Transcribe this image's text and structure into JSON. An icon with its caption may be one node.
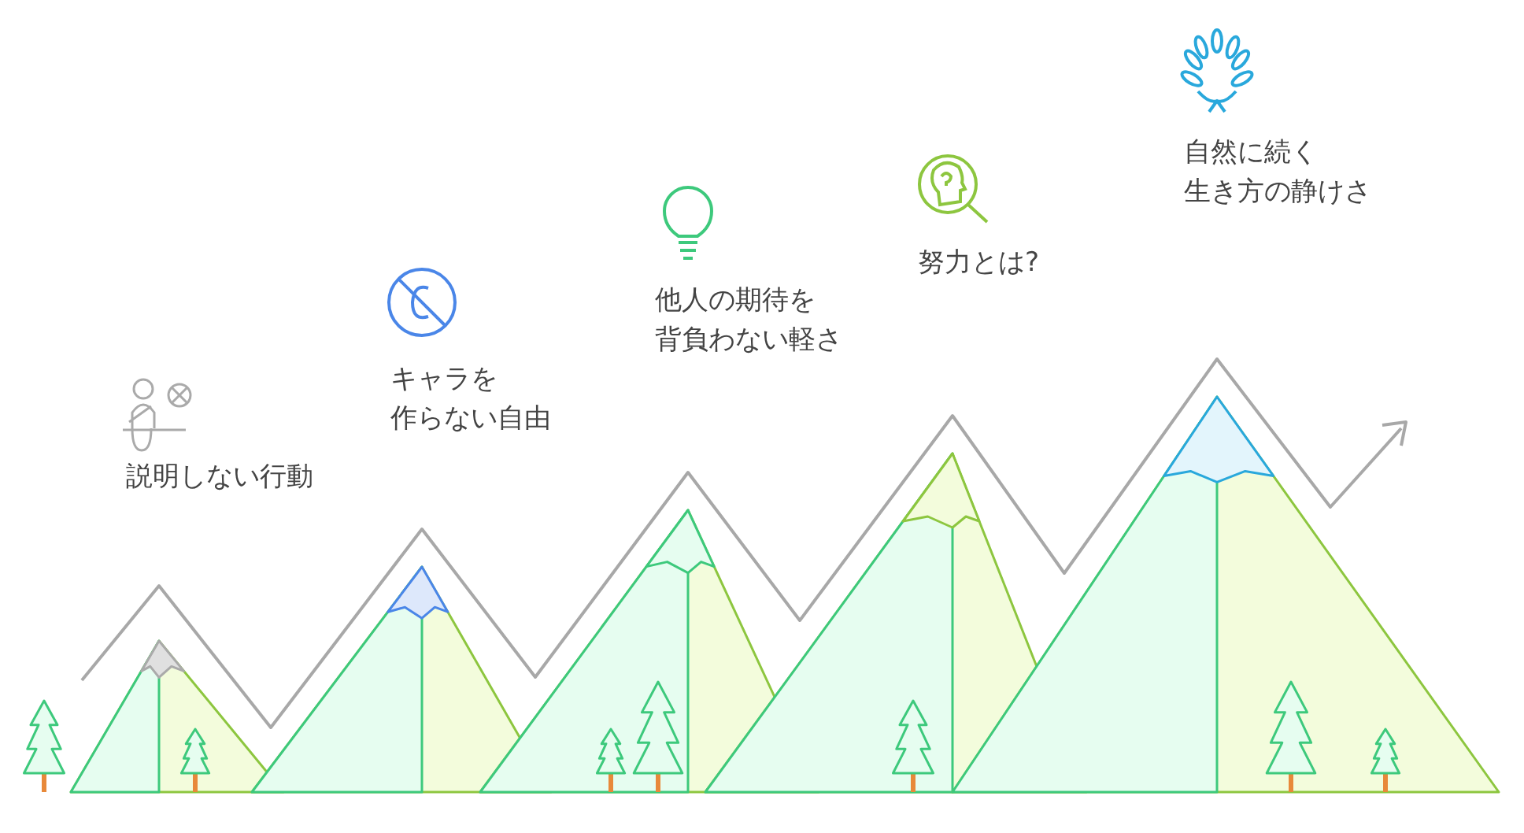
{
  "diagram": {
    "labels": [
      "説明しない行動",
      "キャラを作らない自由",
      "他人の期待を背負わない軽さ",
      "努力とは?",
      "自然に続く生き方の静けさ"
    ]
  }
}
